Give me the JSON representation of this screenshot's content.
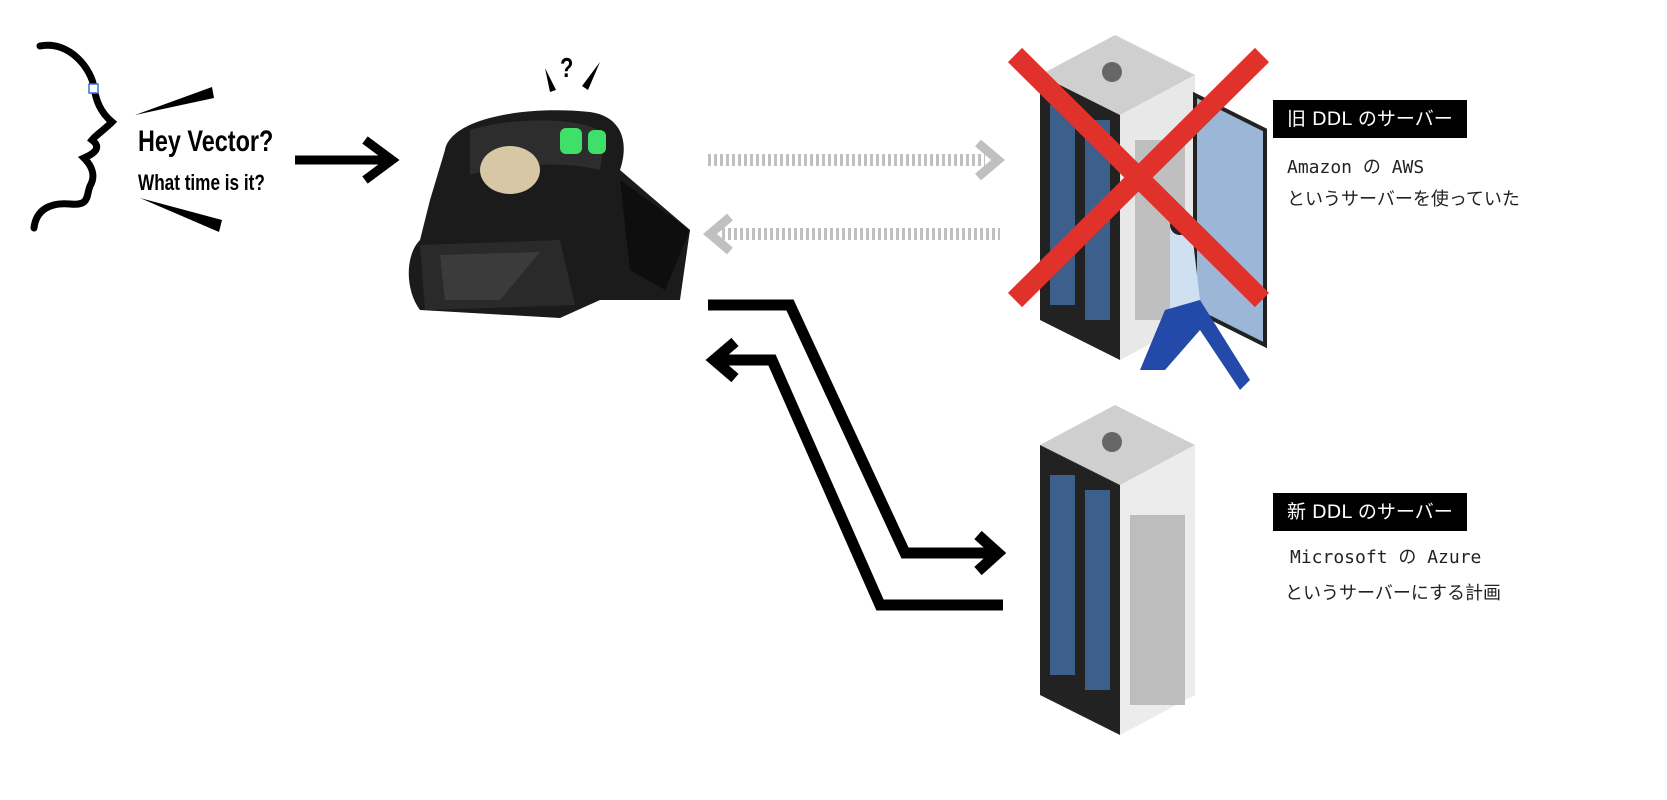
{
  "speech": {
    "line1": "Hey Vector?",
    "line2": "What time is it?",
    "robot_mark": "?"
  },
  "old_server": {
    "label": "旧 DDL のサーバー",
    "desc_line1": "Amazon の AWS",
    "desc_line2": "というサーバーを使っていた",
    "status": "crossed-out"
  },
  "new_server": {
    "label": "新 DDL のサーバー",
    "desc_line1": "Microsoft の Azure",
    "desc_line2": "というサーバーにする計画"
  },
  "colors": {
    "cross": "#e0312b",
    "dotted_arrow": "#c0c0c0",
    "arrow": "#000000",
    "eye": "#3fe06a"
  }
}
